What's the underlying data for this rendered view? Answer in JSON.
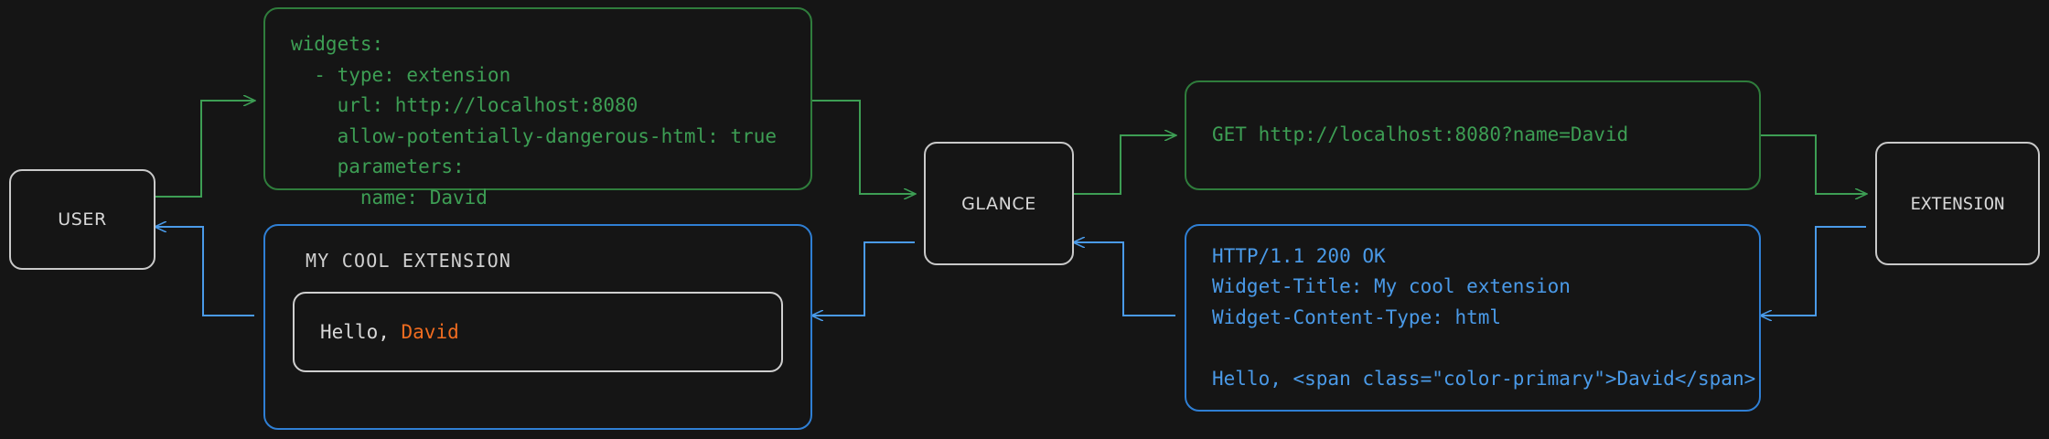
{
  "theme": {
    "background": "#151515",
    "node_border": "#c9c9c9",
    "node_text": "#d8d8d8",
    "green_border": "#2f7d3c",
    "green_text": "#3d9e54",
    "blue_border": "#2f7fd4",
    "blue_text": "#4a9ae8",
    "accent_orange": "#ef6c20"
  },
  "nodes": {
    "user": {
      "label": "USER"
    },
    "glance": {
      "label": "GLANCE"
    },
    "extension": {
      "label": "EXTENSION"
    }
  },
  "config_block": {
    "name": "yaml-widget-config",
    "lines": [
      "widgets:",
      "  - type: extension",
      "    url: http://localhost:8080",
      "    allow-potentially-dangerous-html: true",
      "    parameters:",
      "      name: David"
    ]
  },
  "request_block": {
    "name": "http-request",
    "lines": [
      "GET http://localhost:8080?name=David"
    ]
  },
  "response_block": {
    "name": "http-response",
    "lines": [
      "HTTP/1.1 200 OK",
      "Widget-Title: My cool extension",
      "Widget-Content-Type: html",
      "",
      "Hello, <span class=\"color-primary\">David</span>"
    ]
  },
  "widget_preview": {
    "title": "MY COOL EXTENSION",
    "greeting_prefix": "Hello, ",
    "greeting_name": "David"
  },
  "edges": [
    {
      "name": "edge-user-to-config",
      "color": "#3d9e54"
    },
    {
      "name": "edge-config-to-glance",
      "color": "#3d9e54"
    },
    {
      "name": "edge-glance-to-request",
      "color": "#3d9e54"
    },
    {
      "name": "edge-request-to-extension",
      "color": "#3d9e54"
    },
    {
      "name": "edge-extension-to-response",
      "color": "#4a9ae8"
    },
    {
      "name": "edge-response-to-glance",
      "color": "#4a9ae8"
    },
    {
      "name": "edge-glance-to-widget",
      "color": "#4a9ae8"
    },
    {
      "name": "edge-widget-to-user",
      "color": "#4a9ae8"
    }
  ]
}
